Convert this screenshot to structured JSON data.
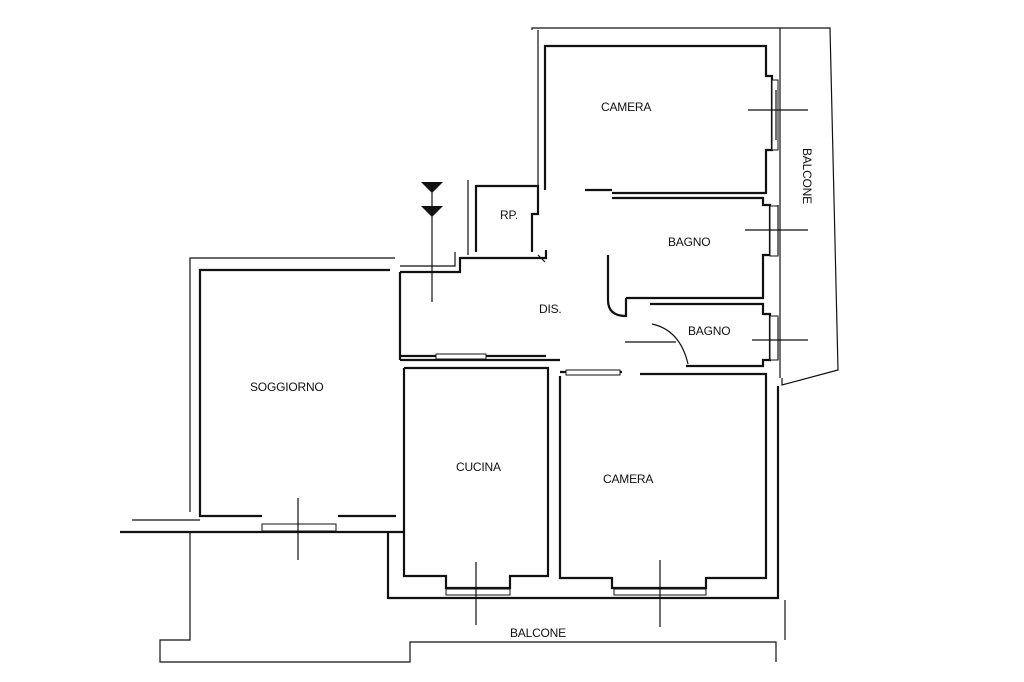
{
  "rooms": {
    "camera_top": "CAMERA",
    "balcone_right": "BALCONE",
    "ripostiglio": "RP.",
    "bagno_1": "BAGNO",
    "bagno_2": "BAGNO",
    "disimpegno": "DIS.",
    "soggiorno": "SOGGIORNO",
    "cucina": "CUCINA",
    "camera_bottom": "CAMERA",
    "balcone_bottom": "BALCONE"
  },
  "colors": {
    "line": "#111111",
    "background": "#ffffff"
  }
}
